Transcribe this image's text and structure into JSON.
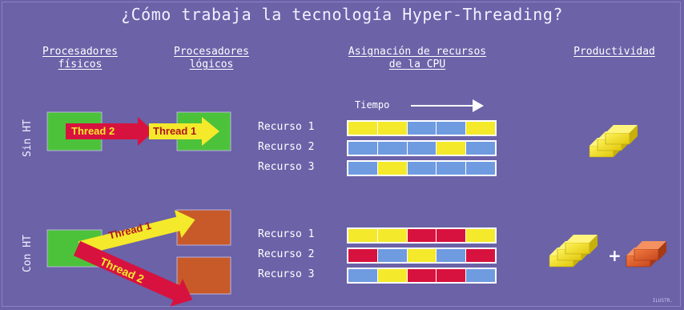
{
  "title": "¿Cómo trabaja la tecnología Hyper-Threading?",
  "headers": {
    "fisicos": [
      "Procesadores",
      "físicos"
    ],
    "logicos": [
      "Procesadores",
      "lógicos"
    ],
    "asignacion": [
      "Asignación de recursos",
      "de la CPU"
    ],
    "productividad": [
      "Productividad"
    ]
  },
  "row_labels": {
    "sin": "Sin HT",
    "con": "Con HT"
  },
  "tiempo": "Tiempo",
  "threads": {
    "t1": "Thread 1",
    "t2": "Thread 2"
  },
  "plus": "+",
  "credit": "ILUSTR.",
  "colors": {
    "background": "#6b62a8",
    "thread1": "#f4e92a",
    "thread2": "#d8123f",
    "idle": "#6f9be0",
    "processor": "#4cc23a",
    "logical_processor": "#c85a2a"
  },
  "sin_ht": {
    "resources": [
      {
        "label": "Recurso 1",
        "cells": [
          "y",
          "y",
          "b",
          "b",
          "y"
        ]
      },
      {
        "label": "Recurso 2",
        "cells": [
          "b",
          "b",
          "b",
          "y",
          "b"
        ]
      },
      {
        "label": "Recurso 3",
        "cells": [
          "b",
          "y",
          "b",
          "b",
          "b"
        ]
      }
    ]
  },
  "con_ht": {
    "resources": [
      {
        "label": "Recurso 1",
        "cells": [
          "y",
          "y",
          "r",
          "r",
          "y"
        ]
      },
      {
        "label": "Recurso 2",
        "cells": [
          "r",
          "b",
          "y",
          "b",
          "r"
        ]
      },
      {
        "label": "Recurso 3",
        "cells": [
          "b",
          "y",
          "r",
          "r",
          "b"
        ]
      }
    ]
  }
}
